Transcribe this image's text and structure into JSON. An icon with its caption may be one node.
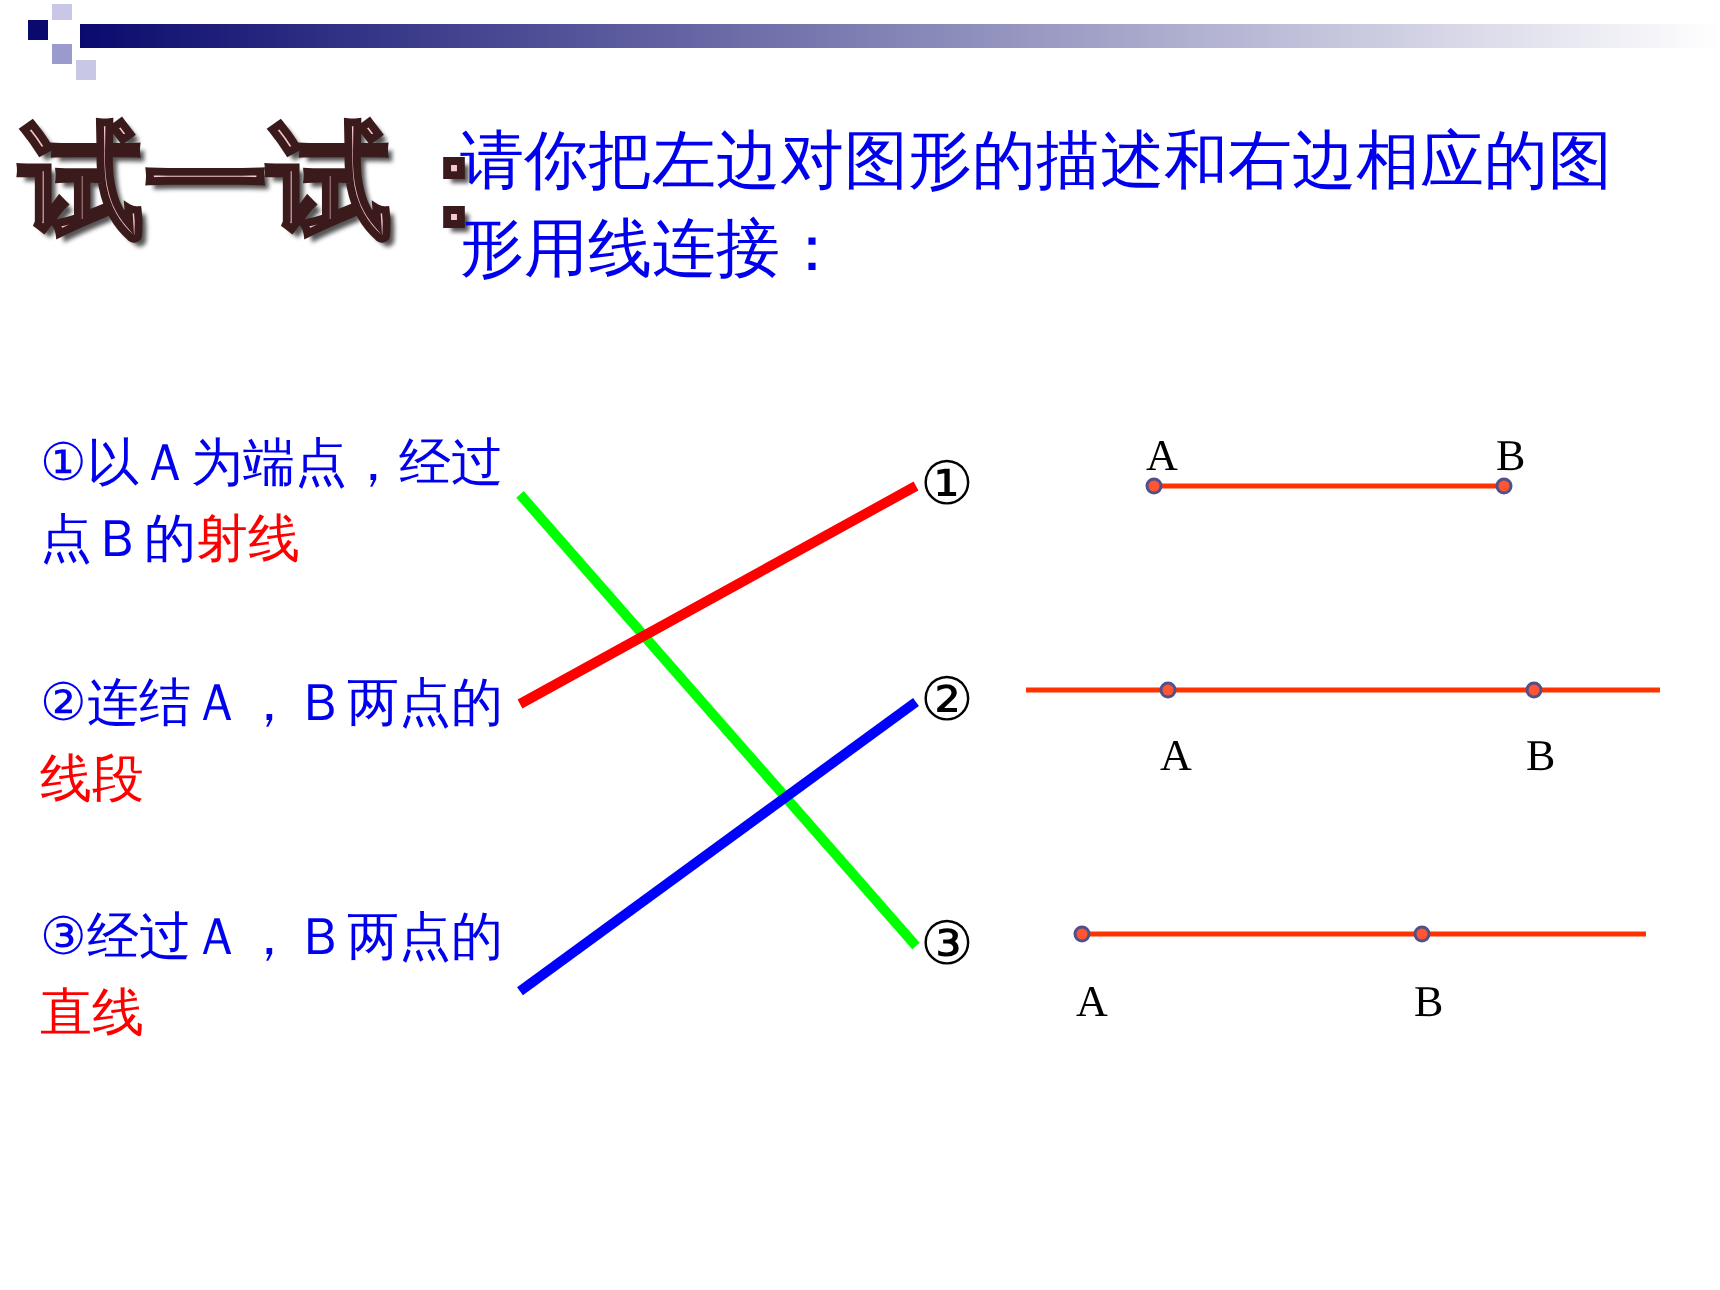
{
  "diagram": {
    "title": "试一试：",
    "nodes": [
      {
        "text": [
          "①以Ａ为端点，经过点Ｂ的**射线**"
        ]
      },
      {
        "text": [
          "②连结Ａ，Ｂ两点的**线段**"
        ]
      },
      {
        "text": [
          "③经过Ａ，Ｂ两点的**直线**"
        ]
      },
      {
        "text": [
          "①"
        ]
      },
      {
        "text": [
          "②"
        ]
      },
      {
        "text": [
          "③"
        ]
      }
    ],
    "edges": [
      {
        "from": 0,
        "to": 5,
        "arrow": "none",
        "color": "#00ff00"
      },
      {
        "from": 1,
        "to": 3,
        "arrow": "none",
        "color": "#ff0000"
      },
      {
        "from": 2,
        "to": 4,
        "arrow": "none",
        "color": "#0000ff"
      }
    ],
    "labels": [
      "请你把左边对图形的描述和右边相应的图形用线连接：",
      "A",
      "B",
      "A",
      "B",
      "A",
      "B"
    ]
  }
}
